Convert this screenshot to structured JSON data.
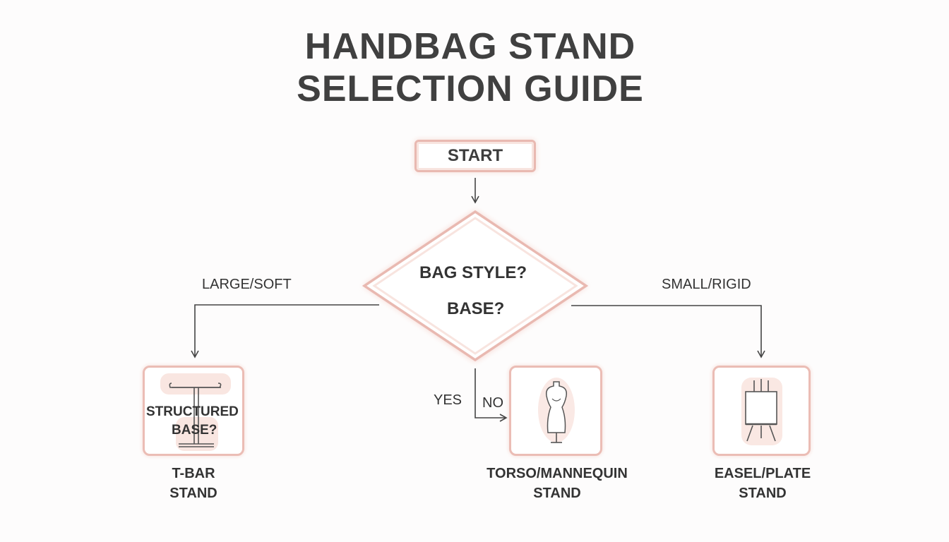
{
  "title": {
    "line1": "HANDBAG STAND",
    "line2": "SELECTION GUIDE"
  },
  "start": {
    "label": "START"
  },
  "decision": {
    "line1": "BAG STYLE?",
    "line2": "BASE?"
  },
  "branches": {
    "left": "LARGE/SOFT",
    "right": "SMALL/RIGID",
    "yes": "YES",
    "no": "NO"
  },
  "cards": {
    "tbar": {
      "overlay_line1": "STRUCTURED",
      "overlay_line2": "BASE?",
      "caption_line1": "T-BAR",
      "caption_line2": "STAND",
      "icon": "t-bar-stand-icon"
    },
    "torso": {
      "caption_line1": "TORSO/MANNEQUIN",
      "caption_line2": "STAND",
      "icon": "dress-form-icon"
    },
    "easel": {
      "caption_line1": "EASEL/PLATE",
      "caption_line2": "STAND",
      "icon": "easel-icon"
    }
  },
  "colors": {
    "accent": "#e9b9b1",
    "accent_soft": "#f8e4df",
    "line": "#444444",
    "text": "#3d3d3d"
  }
}
